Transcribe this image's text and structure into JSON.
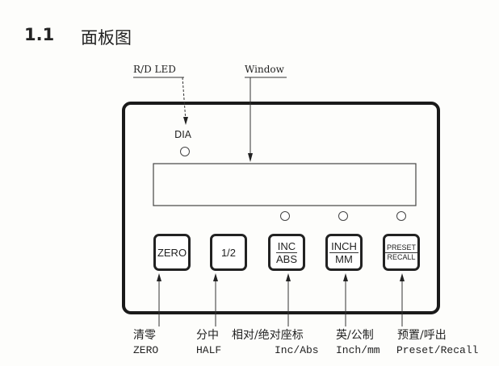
{
  "section": {
    "number": "1.1",
    "title": "面板图"
  },
  "callouts": {
    "rd_led": "R/D LED",
    "window": "Window"
  },
  "panel": {
    "led_label": "DIA"
  },
  "buttons": [
    {
      "top": "ZERO"
    },
    {
      "top": "1/2"
    },
    {
      "top": "INC",
      "bottom": "ABS"
    },
    {
      "top": "INCH",
      "bottom": "MM"
    },
    {
      "top": "PRESET",
      "bottom": "RECALL"
    }
  ],
  "labels": [
    {
      "cn": "清零",
      "en": "ZERO"
    },
    {
      "cn": "分中",
      "en": "HALF"
    },
    {
      "cn": "相对/绝对座标",
      "en": "Inc/Abs"
    },
    {
      "cn": "英/公制",
      "en": "Inch/mm"
    },
    {
      "cn": "预置/呼出",
      "en": "Preset/Recall"
    }
  ]
}
